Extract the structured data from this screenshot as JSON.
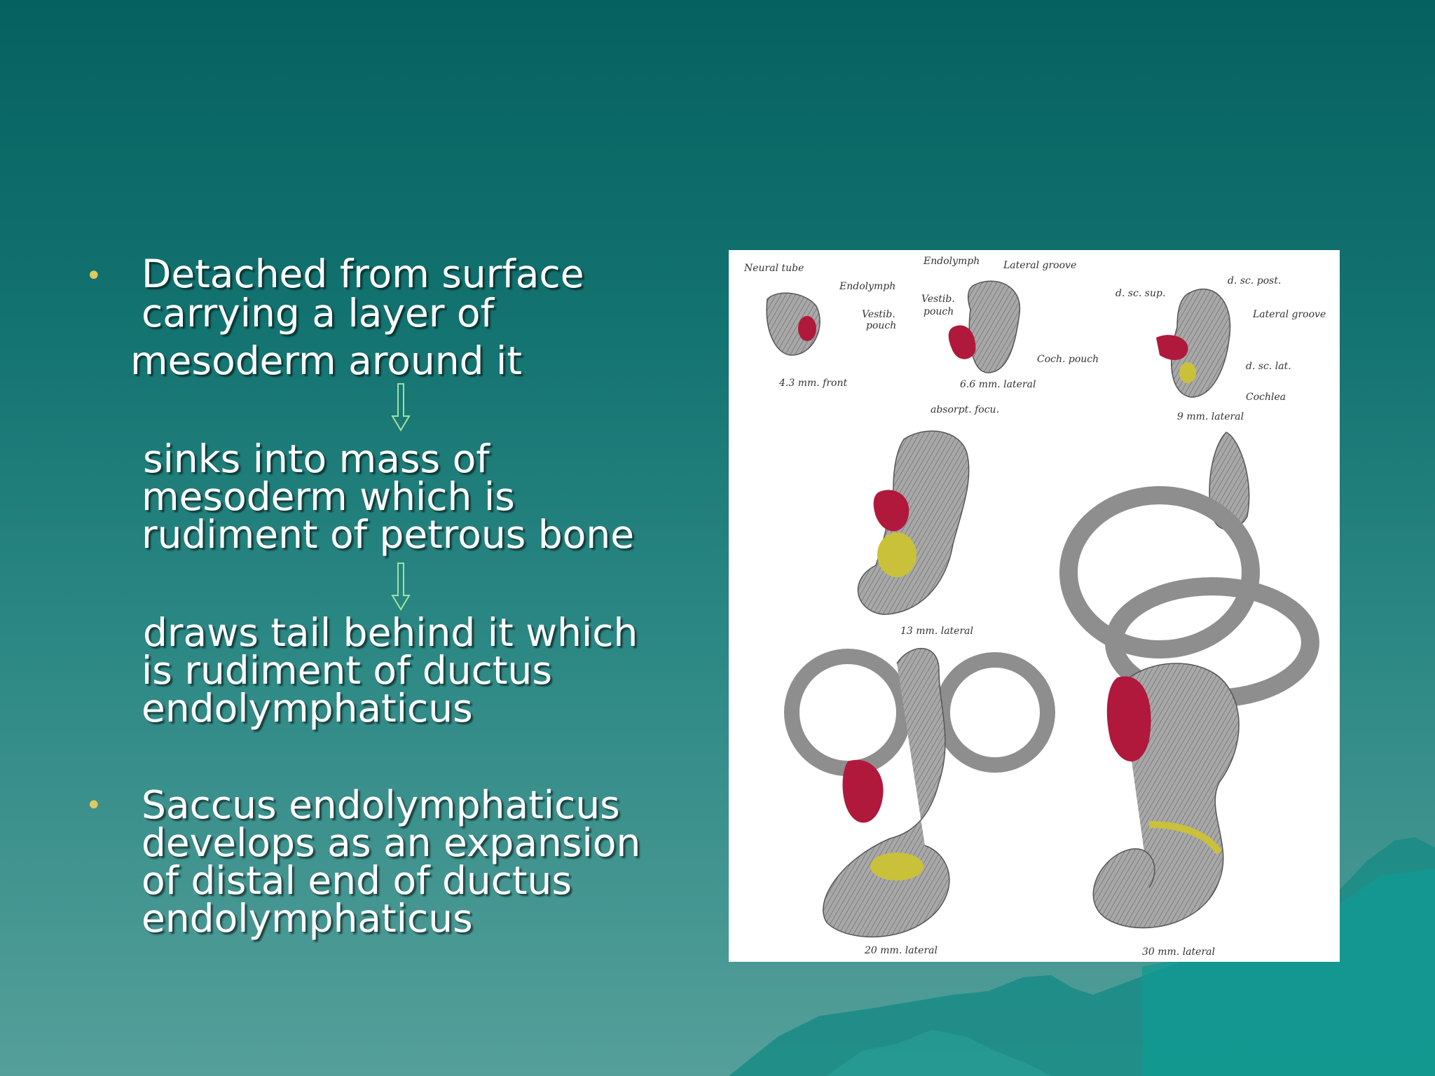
{
  "bullets": [
    {
      "lines": [
        "Detached from surface",
        "carrying a layer of",
        "mesoderm around it"
      ],
      "steps": [
        [
          "sinks into mass of",
          "mesoderm which is",
          "rudiment of petrous bone"
        ],
        [
          "draws tail behind it which",
          "is rudiment of ductus",
          "endolymphaticus"
        ]
      ]
    },
    {
      "lines": [
        "Saccus endolymphaticus",
        "develops as an expansion",
        "of distal end of ductus",
        "endolymphaticus"
      ]
    }
  ],
  "bullet_symbol": "•",
  "figure": {
    "labels": {
      "neural_tube": "Neural tube",
      "endolymph_a": "Endolymph",
      "vestib_pouch_a": "Vestib.",
      "vestib_pouch_a2": "pouch",
      "stage1": "4.3 mm. front",
      "endolymph_b": "Endolymph",
      "lateral_groove_a": "Lateral groove",
      "vestib_b": "Vestib.",
      "pouch_b": "pouch",
      "coch_pouch": "Coch. pouch",
      "stage2": "6.6 mm. lateral",
      "d_sc_sup": "d. sc. sup.",
      "d_sc_post": "d. sc. post.",
      "lateral_groove_b": "Lateral groove",
      "d_sc_lat": "d. sc. lat.",
      "cochlea": "Cochlea",
      "stage3": "9 mm. lateral",
      "absorpt_focus": "absorpt. focu.",
      "stage4": "13 mm. lateral",
      "stage5": "20 mm. lateral",
      "stage6": "30 mm. lateral"
    }
  },
  "colors": {
    "bullet": "#e2c85f",
    "text": "#ffffff",
    "tissue_red": "#b0193c",
    "tissue_yellow": "#c9c13a",
    "tissue_gray": "#9a9a9a"
  }
}
